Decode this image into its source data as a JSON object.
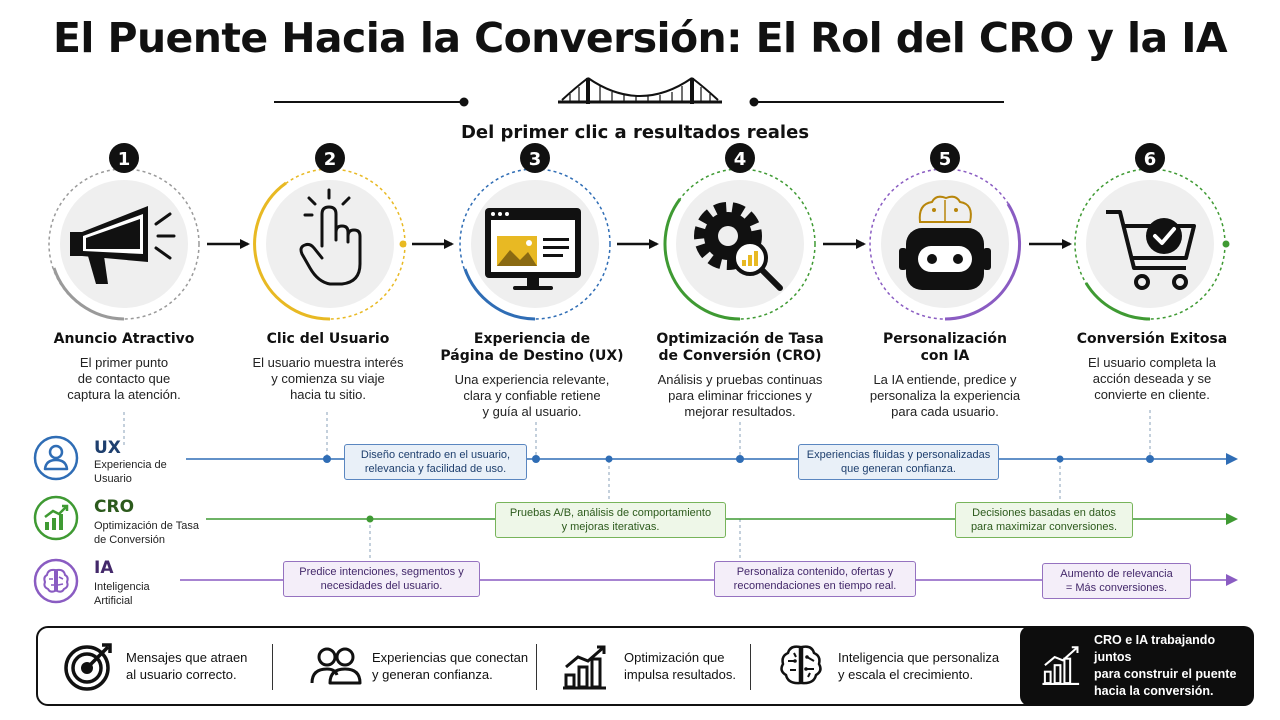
{
  "title": "El Puente Hacia la Conversión: El Rol del CRO y la IA",
  "subtitle": "Del primer clic a resultados reales",
  "steps": [
    {
      "number": "1",
      "title": "Anuncio Atractivo",
      "description": "El primer punto\nde contacto que\ncaptura la atención.",
      "icon": "megaphone-icon",
      "color": "#9a9a9a"
    },
    {
      "number": "2",
      "title": "Clic del Usuario",
      "description": "El usuario muestra interés\ny comienza su viaje\nhacia tu sitio.",
      "icon": "pointer-hand-icon",
      "color": "#e8b923"
    },
    {
      "number": "3",
      "title": "Experiencia de\nPágina de Destino (UX)",
      "description": "Una experiencia relevante,\nclara y confiable retiene\ny guía al usuario.",
      "icon": "monitor-icon",
      "color": "#2f6db5"
    },
    {
      "number": "4",
      "title": "Optimización de Tasa\nde Conversión (CRO)",
      "description": "Análisis y pruebas continuas\npara eliminar fricciones y\nmejorar resultados.",
      "icon": "gear-magnifier-icon",
      "color": "#3f9a33"
    },
    {
      "number": "5",
      "title": "Personalización\ncon IA",
      "description": "La IA entiende, predice y\npersonaliza la experiencia\npara cada usuario.",
      "icon": "robot-icon",
      "color": "#8a5cc2"
    },
    {
      "number": "6",
      "title": "Conversión Exitosa",
      "description": "El usuario completa la\nacción deseada y se\nconvierte en cliente.",
      "icon": "cart-check-icon",
      "color": "#3f9a33"
    }
  ],
  "lanes": [
    {
      "name": "UX",
      "description": "Experiencia de\nUsuario",
      "color": "#2f6db5",
      "icon": "user-icon",
      "notes": [
        "Diseño centrado en el usuario,\nrelevancia y facilidad de uso.",
        "Experiencias fluidas y personalizadas\nque generan confianza."
      ]
    },
    {
      "name": "CRO",
      "description": "Optimización de Tasa\nde Conversión",
      "color": "#3f9a33",
      "icon": "growth-chart-icon",
      "notes": [
        "Pruebas A/B, análisis de comportamiento\ny mejoras iterativas.",
        "Decisiones basadas en datos\npara maximizar conversiones."
      ]
    },
    {
      "name": "IA",
      "description": "Inteligencia\nArtificial",
      "color": "#8a5cc2",
      "icon": "brain-icon",
      "notes": [
        "Predice intenciones, segmentos y\nnecesidades del usuario.",
        "Personaliza contenido, ofertas y\nrecomendaciones en tiempo real.",
        "Aumento de relevancia\n= Más conversiones."
      ]
    }
  ],
  "benefits": [
    {
      "text": "Mensajes que atraen\nal usuario correcto.",
      "icon": "target-icon"
    },
    {
      "text": "Experiencias que conectan\ny generan confianza.",
      "icon": "users-icon"
    },
    {
      "text": "Optimización que\nimpulsa resultados.",
      "icon": "bar-chart-icon"
    },
    {
      "text": "Inteligencia que personaliza\ny escala el crecimiento.",
      "icon": "brain-icon"
    }
  ],
  "highlight": {
    "text": "CRO e IA trabajando juntos\npara construir el puente\nhacia la conversión.",
    "icon": "growth-chart-icon"
  }
}
